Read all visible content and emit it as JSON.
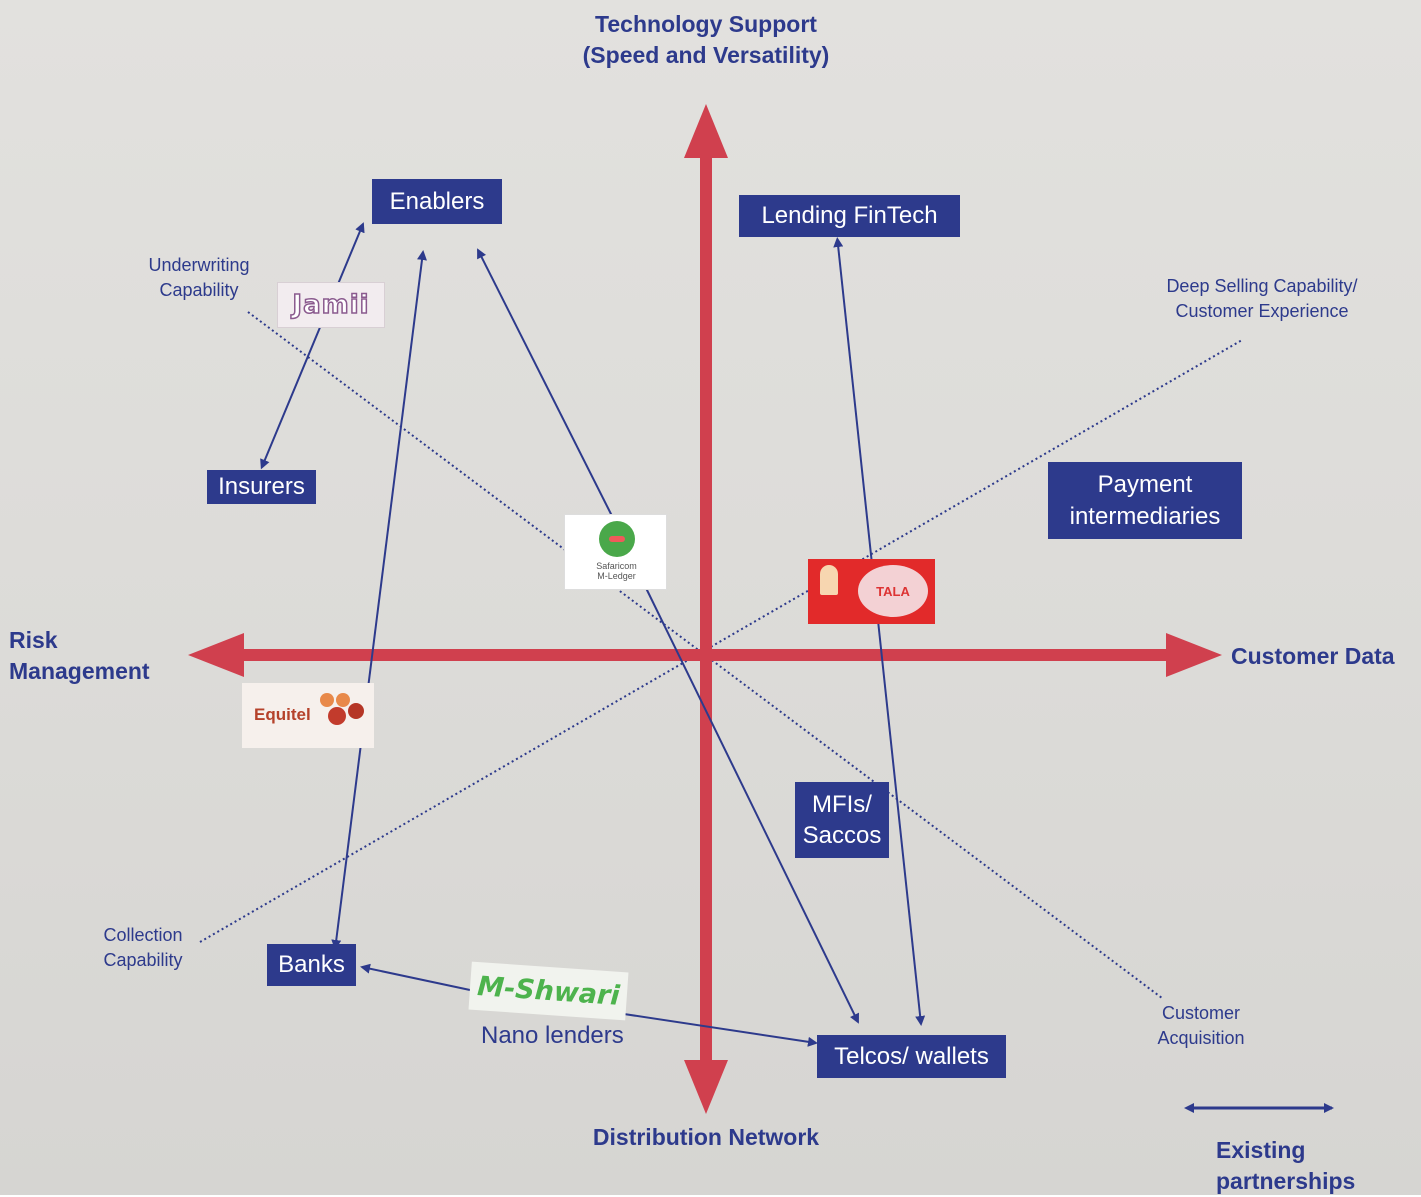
{
  "axes": {
    "top": "Technology Support\n(Speed and Versatility)",
    "bottom": "Distribution Network",
    "left": "Risk\nManagement",
    "right": "Customer Data"
  },
  "boxes": {
    "enablers": "Enablers",
    "lending_fintech": "Lending FinTech",
    "insurers": "Insurers",
    "payment_intermediaries": "Payment\nintermediaries",
    "mfis_saccos": "MFIs/\nSaccos",
    "banks": "Banks",
    "telcos_wallets": "Telcos/ wallets"
  },
  "capabilities": {
    "underwriting": "Underwriting\nCapability",
    "deep_selling": "Deep Selling Capability/\nCustomer Experience",
    "collection": "Collection\nCapability",
    "acquisition": "Customer\nAcquisition"
  },
  "nano_lenders": "Nano lenders",
  "legend": {
    "label": "Existing\npartnerships"
  },
  "logos": {
    "jamii": "Jamii",
    "mledger_line1": "Safaricom",
    "mledger_line2": "M-Ledger",
    "tala": "TALA",
    "equitel": "Equitel",
    "mshwari": "M-Shwari"
  },
  "colors": {
    "navy": "#2d3a8c",
    "axis_red": "#d0404e",
    "box_fill": "#2d3a8c"
  }
}
